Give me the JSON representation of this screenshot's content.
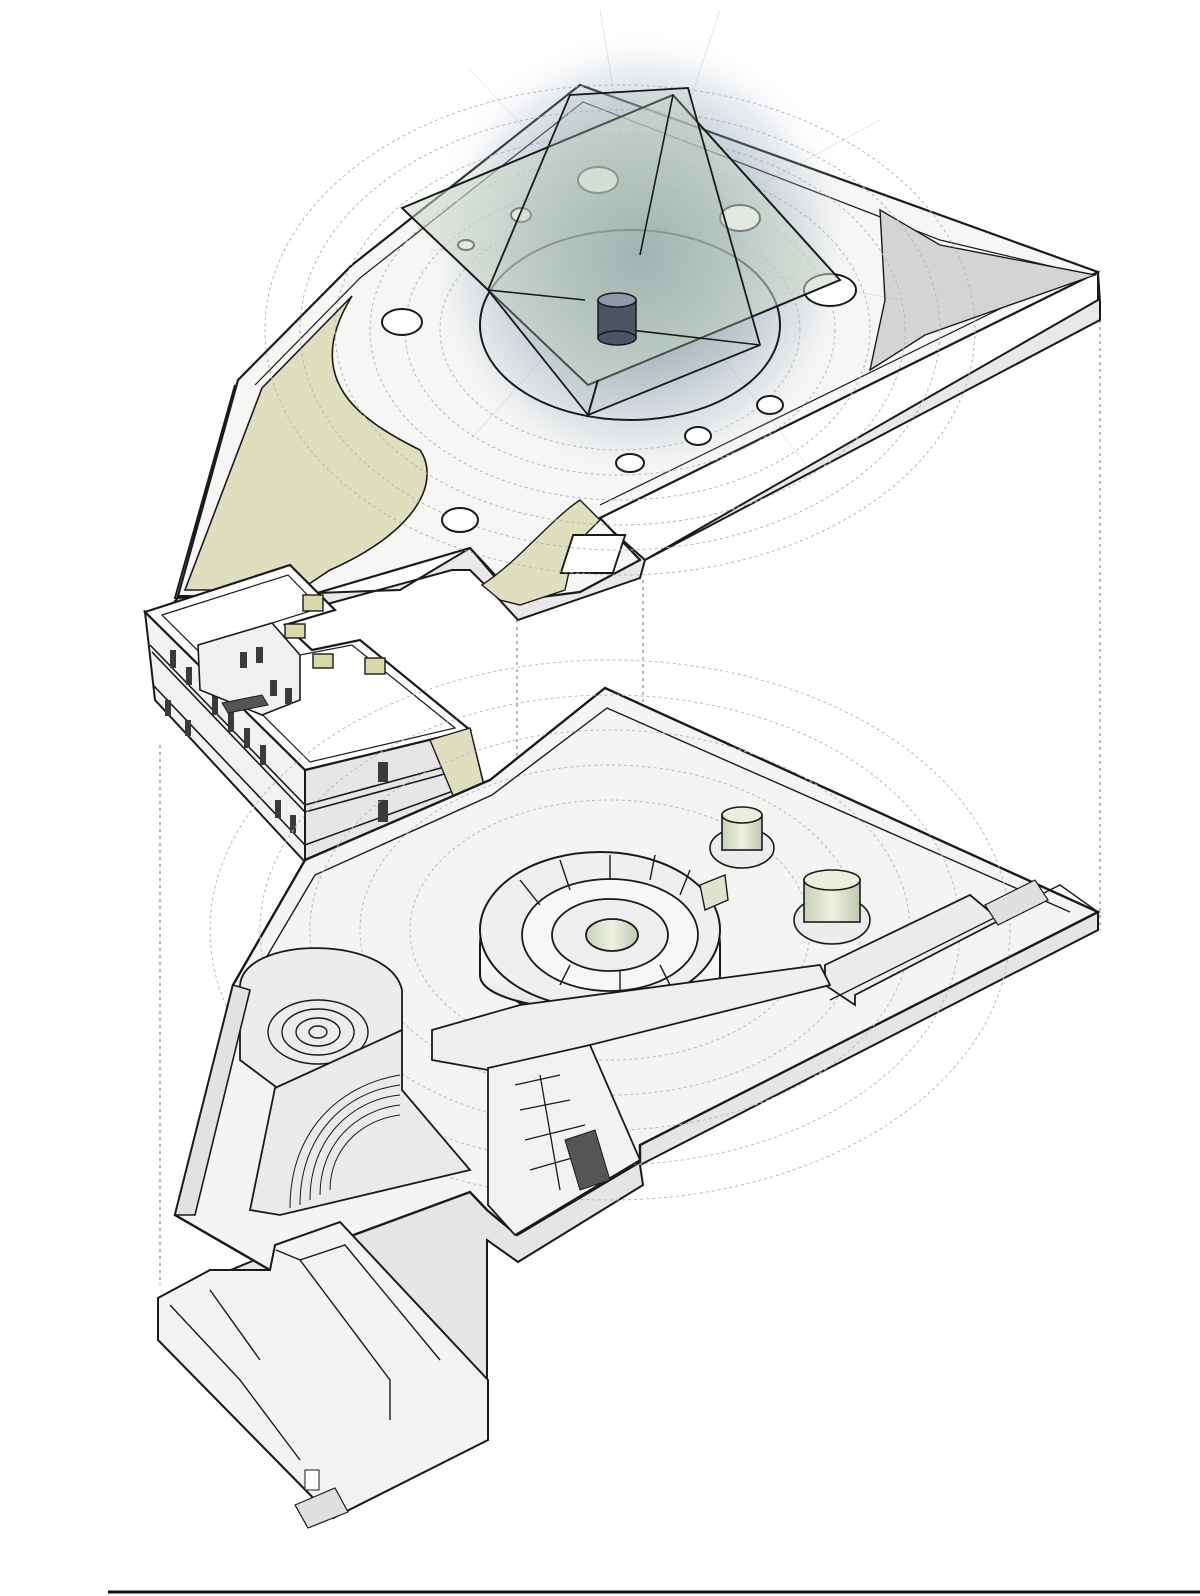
{
  "figure": {
    "type": "exploded-axonometric",
    "labels": []
  },
  "palette": {
    "background": "#ffffff",
    "line": "#1a1a1a",
    "floor": "#f4f4f2",
    "wall_light": "#f7f7f7",
    "wall_shade": "#d9d9d9",
    "lawn": "#dfdfc0",
    "glass": "#c9d7c6",
    "haze": "#6f86a0",
    "contour": "#b5b5b5",
    "guide": "#9a9a9a"
  },
  "components": {
    "upper_level": [
      "plaza-slab",
      "lawn-areas",
      "glass-pyramid-skylight",
      "circular-skylight-openings",
      "central-cylinder"
    ],
    "historic_building": [
      "two-storey-block",
      "roof-vents",
      "arched-windows",
      "courtyard-stair"
    ],
    "lower_level": [
      "perimeter-walls",
      "spiral-gallery",
      "glass-cylinder-pavilions",
      "circular-maze",
      "amphitheatre-steps",
      "service-rooms",
      "staircases",
      "entry-ramp"
    ]
  }
}
